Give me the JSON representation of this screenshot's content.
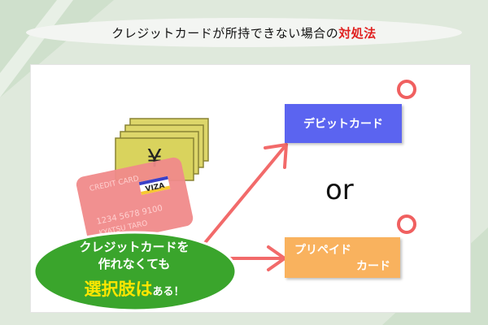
{
  "title": {
    "main": "クレジットカードが所持できない場合の",
    "highlight": "対処法"
  },
  "currency_symbol": "¥",
  "credit_card": {
    "header": "CREDIT CARD",
    "brand": "VIZA",
    "number": "1234 5678 9100",
    "holder": "KYATSU TARO"
  },
  "bubble": {
    "line1": "クレジットカードを",
    "line2": "作れなくても",
    "line3_big": "選択肢は",
    "line3_rest": "ある！"
  },
  "options": {
    "debit": "デビットカード",
    "or": "or",
    "prepaid_line1": "プリペイド",
    "prepaid_line2": "カード"
  },
  "colors": {
    "background": "#dfe9dc",
    "debit_box": "#5b64f0",
    "prepaid_box": "#f9b25e",
    "arrow": "#f26a6a",
    "bubble": "#3aa52c",
    "highlight_text": "#ffe600",
    "title_highlight": "#e02020"
  },
  "icons": [
    "yen-bills",
    "credit-card",
    "circle-ok-mark",
    "arrow"
  ]
}
